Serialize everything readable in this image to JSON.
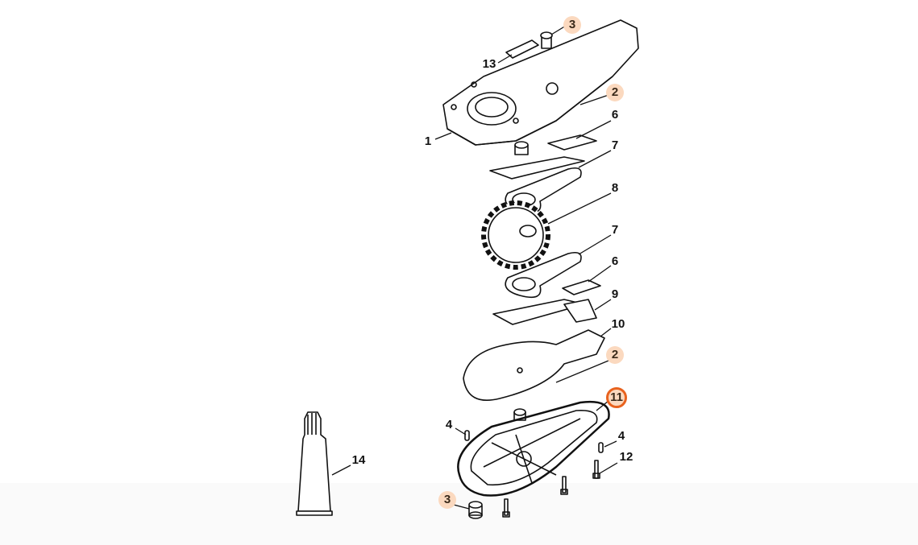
{
  "colors": {
    "highlight_fill": "#fbd9bf",
    "selected_ring": "#e8621e",
    "line": "#111111"
  },
  "labels": {
    "l3_top": "3",
    "l13": "13",
    "l2_top": "2",
    "l1": "1",
    "l6_top": "6",
    "l7_top": "7",
    "l8": "8",
    "l7_bottom": "7",
    "l6_bottom": "6",
    "l9": "9",
    "l10": "10",
    "l2_bottom": "2",
    "l11": "11",
    "l4_left": "4",
    "l4_right": "4",
    "l12": "12",
    "l14": "14",
    "l3_bottom": "3"
  }
}
